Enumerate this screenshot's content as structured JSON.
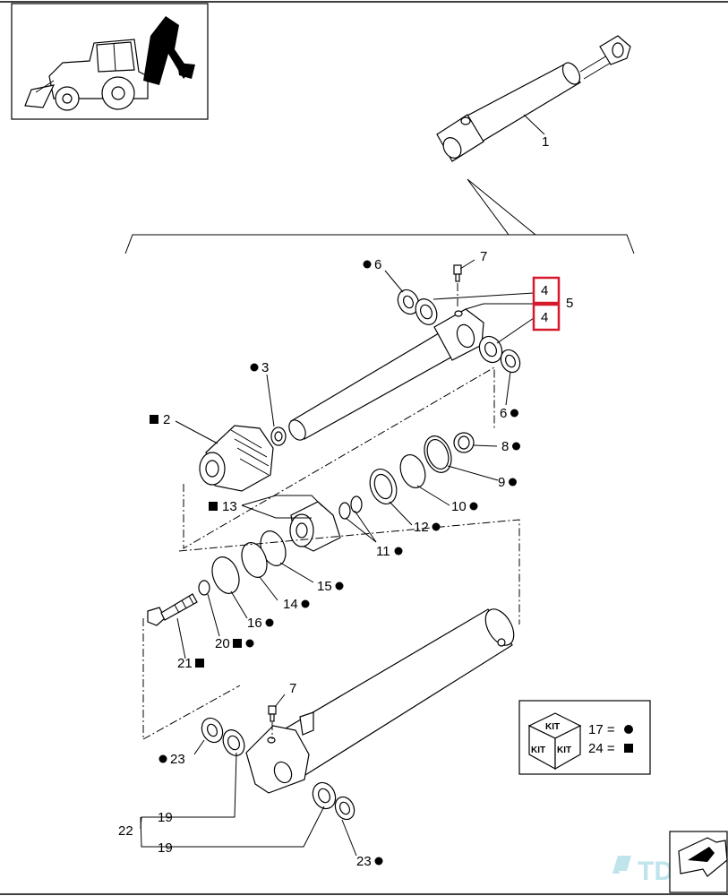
{
  "callouts": [
    {
      "id": "c1",
      "text": "1",
      "sym": ""
    },
    {
      "id": "c7a",
      "text": "7",
      "sym": ""
    },
    {
      "id": "c6a",
      "text": "6",
      "sym": "circle"
    },
    {
      "id": "c4a",
      "text": "4",
      "sym": ""
    },
    {
      "id": "c5",
      "text": "5",
      "sym": ""
    },
    {
      "id": "c4b",
      "text": "4",
      "sym": ""
    },
    {
      "id": "c3",
      "text": "3",
      "sym": "circle"
    },
    {
      "id": "c2",
      "text": "2",
      "sym": "square"
    },
    {
      "id": "c6b",
      "text": "6",
      "sym": "circle"
    },
    {
      "id": "c8",
      "text": "8",
      "sym": "circle"
    },
    {
      "id": "c9",
      "text": "9",
      "sym": "circle"
    },
    {
      "id": "c10",
      "text": "10",
      "sym": "circle"
    },
    {
      "id": "c13",
      "text": "13",
      "sym": "square"
    },
    {
      "id": "c12",
      "text": "12",
      "sym": "circle"
    },
    {
      "id": "c11",
      "text": "11",
      "sym": "circle"
    },
    {
      "id": "c15",
      "text": "15",
      "sym": "circle"
    },
    {
      "id": "c14",
      "text": "14",
      "sym": "circle"
    },
    {
      "id": "c16",
      "text": "16",
      "sym": "circle"
    },
    {
      "id": "c20",
      "text": "20",
      "sym": "square-circle"
    },
    {
      "id": "c21",
      "text": "21",
      "sym": "square"
    },
    {
      "id": "c7b",
      "text": "7",
      "sym": ""
    },
    {
      "id": "c23a",
      "text": "23",
      "sym": "circle"
    },
    {
      "id": "c22",
      "text": "22",
      "sym": ""
    },
    {
      "id": "c19a",
      "text": "19",
      "sym": ""
    },
    {
      "id": "c19b",
      "text": "19",
      "sym": ""
    },
    {
      "id": "c23b",
      "text": "23",
      "sym": "circle"
    }
  ],
  "kit": {
    "box_top": "KIT",
    "box_left": "KIT",
    "box_right": "KIT",
    "legend_circle": "17 =",
    "legend_square": "24 ="
  },
  "watermark": "TDC",
  "colors": {
    "highlight": "#d6192b",
    "line": "#000000",
    "watermark": "#bfe4ec"
  }
}
